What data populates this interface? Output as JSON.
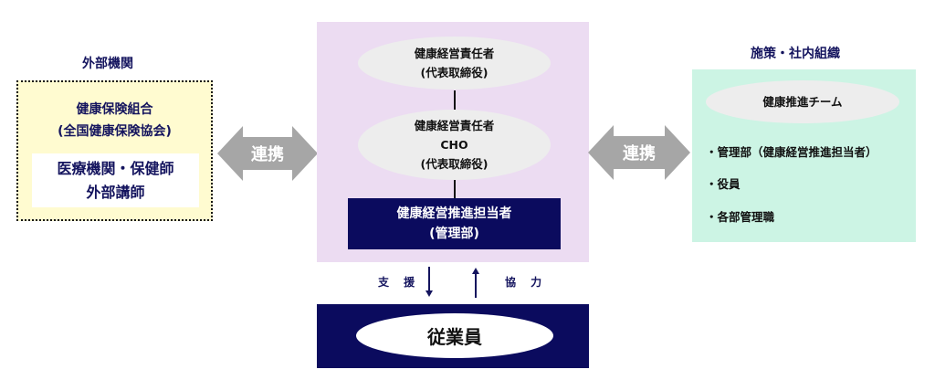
{
  "external": {
    "title": "外部機関",
    "line1": "健康保険組合",
    "line2": "(全国健康保険協会)",
    "inner1": "医療機関・保健師",
    "inner2": "外部講師"
  },
  "link_left": "連携",
  "link_right": "連携",
  "center": {
    "top_ellipse": [
      "健康経営責任者",
      "(代表取締役)"
    ],
    "mid_ellipse": [
      "健康経営責任者",
      "CHO",
      "(代表取締役)"
    ],
    "navy": [
      "健康経営推進担当者",
      "(管理部)"
    ]
  },
  "support_label": "支 援",
  "cooperate_label": "協 力",
  "employees": "従業員",
  "internal": {
    "title": "施策・社内組織",
    "team": "健康推進チーム",
    "items": [
      "・管理部（健康経営推進担当者）",
      "・役員",
      "・各部管理職"
    ]
  },
  "colors": {
    "navy": "#0b0b5e",
    "purple": "#ecdcf2",
    "yellow": "#fffbd0",
    "green": "#ccf4e4",
    "arrow": "#a6a6a6"
  }
}
